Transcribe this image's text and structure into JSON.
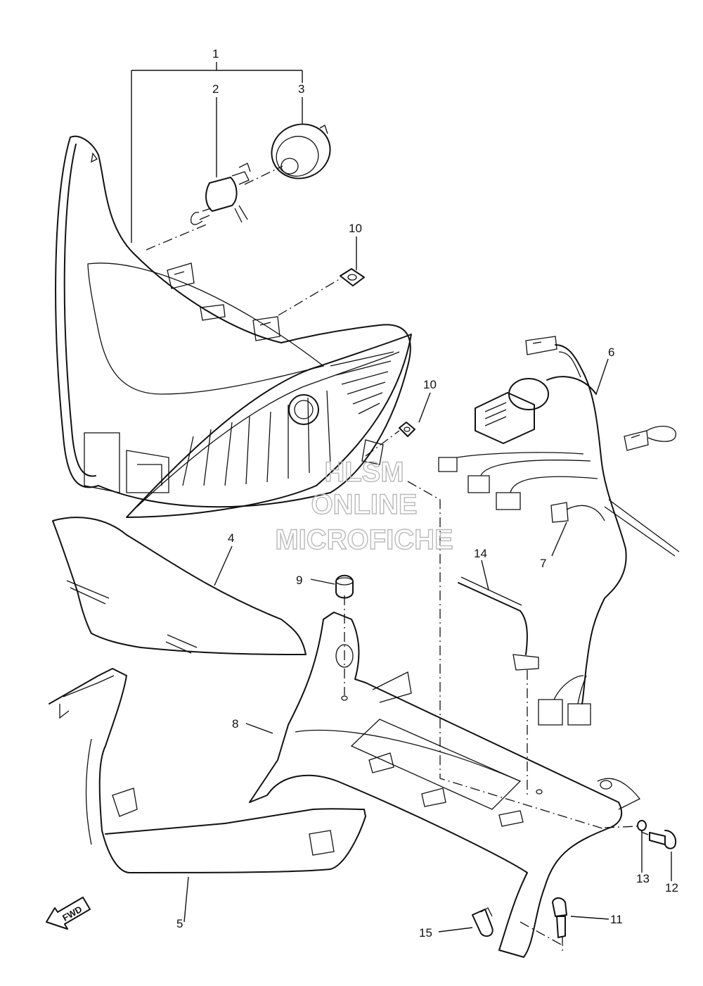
{
  "callouts": {
    "c1": "1",
    "c2": "2",
    "c3": "3",
    "c4": "4",
    "c5": "5",
    "c6": "6",
    "c7": "7",
    "c8": "8",
    "c9": "9",
    "c10a": "10",
    "c10b": "10",
    "c11": "11",
    "c12": "12",
    "c13": "13",
    "c14": "14",
    "c15": "15"
  },
  "direction_marker": "FWD",
  "watermark": {
    "line1": "HLSM",
    "line2": "ONLINE",
    "line3": "MICROFICHE"
  }
}
